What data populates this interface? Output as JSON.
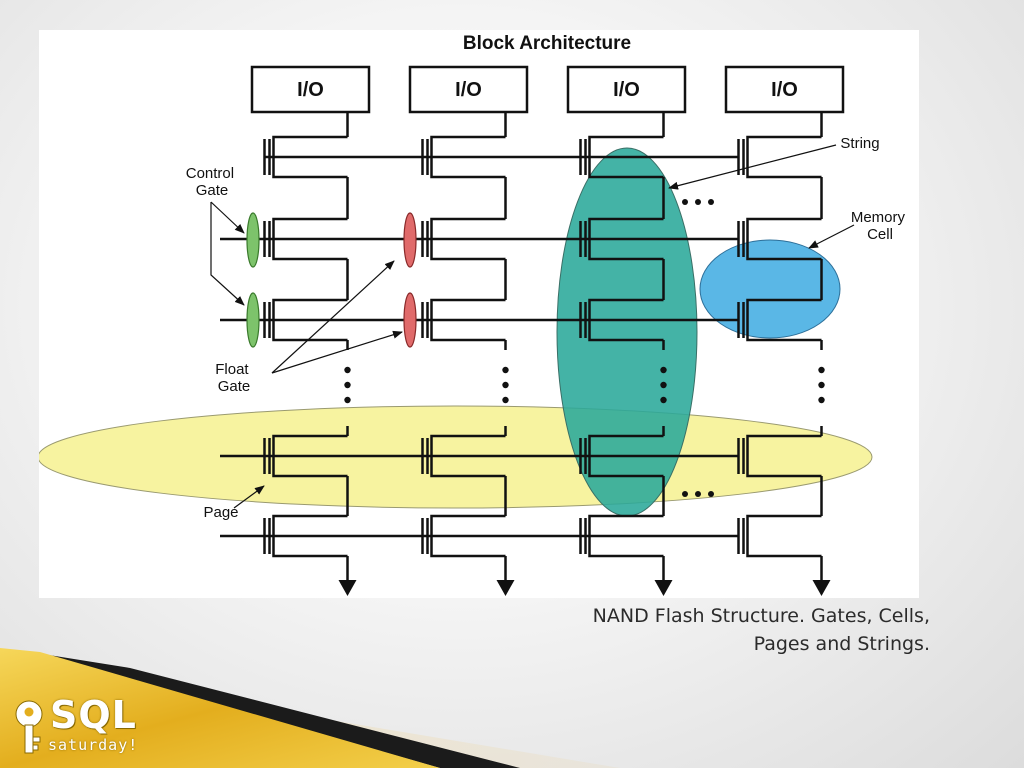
{
  "diagram": {
    "title": "Block Architecture",
    "io_labels": [
      "I/O",
      "I/O",
      "I/O",
      "I/O"
    ],
    "labels": {
      "control_gate": [
        "Control",
        "Gate"
      ],
      "float_gate": [
        "Float",
        "Gate"
      ],
      "page": "Page",
      "string": "String",
      "memory_cell": [
        "Memory",
        "Cell"
      ]
    },
    "colors": {
      "string_highlight": "#2aa89a",
      "memory_cell_highlight": "#5ab7e6",
      "page_highlight": "#f7f3a0",
      "control_gate_marker": "#7dc36b",
      "float_gate_marker": "#e06a6a"
    }
  },
  "caption": {
    "line1": "NAND Flash Structure. Gates, Cells,",
    "line2": "Pages and Strings."
  },
  "logo": {
    "brand": "SQL",
    "sub": "saturday!",
    "icon": "key-icon",
    "colors": {
      "gold": "#e8b820",
      "dark_stripe": "#1a1a1a"
    }
  }
}
